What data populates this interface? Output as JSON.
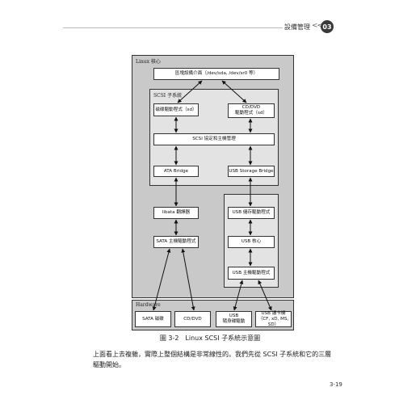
{
  "header": {
    "chapter_name": "設備管理",
    "chapter_arrows": "<<",
    "chapter_number": "03"
  },
  "diagram": {
    "kernel_label": "Linux 核心",
    "scsi_label": "SCSI 子系統",
    "hardware_label": "Hardware",
    "boxes": {
      "device_interface": "區塊設備介面（/dev/sda, /dev/sr0 等）",
      "disk_driver": "磁碟驅動程式（sd）",
      "cd_driver": "CD/DVD\n驅動程式（sd）",
      "scsi_core": "SCSI 協定和主機管理",
      "ata_bridge": "ATA Bridge",
      "usb_storage_bridge": "USB Storage Bridge",
      "libata": "libata 翻譯器",
      "sata_host": "SATA 主機驅動程式",
      "usb_storage_driver": "USB 儲存驅動程式",
      "usb_core": "USB 核心",
      "usb_host": "USB 主機驅動程式",
      "sata_disk": "SATA 磁碟",
      "cd_dvd": "CD/DVD",
      "usb_flash": "USB\n隨身碟驅動",
      "usb_card_reader": "USB 讀卡機\n（CF, xD, MS, SD）"
    }
  },
  "caption": "圖 3-2　Linux SCSI 子系統示意圖",
  "paragraph": "上面看上去複雜，實際上整個結構是非常線性的。我們先從 SCSI 子系統和它的三層驅動開始。",
  "page_number": "3-19"
}
